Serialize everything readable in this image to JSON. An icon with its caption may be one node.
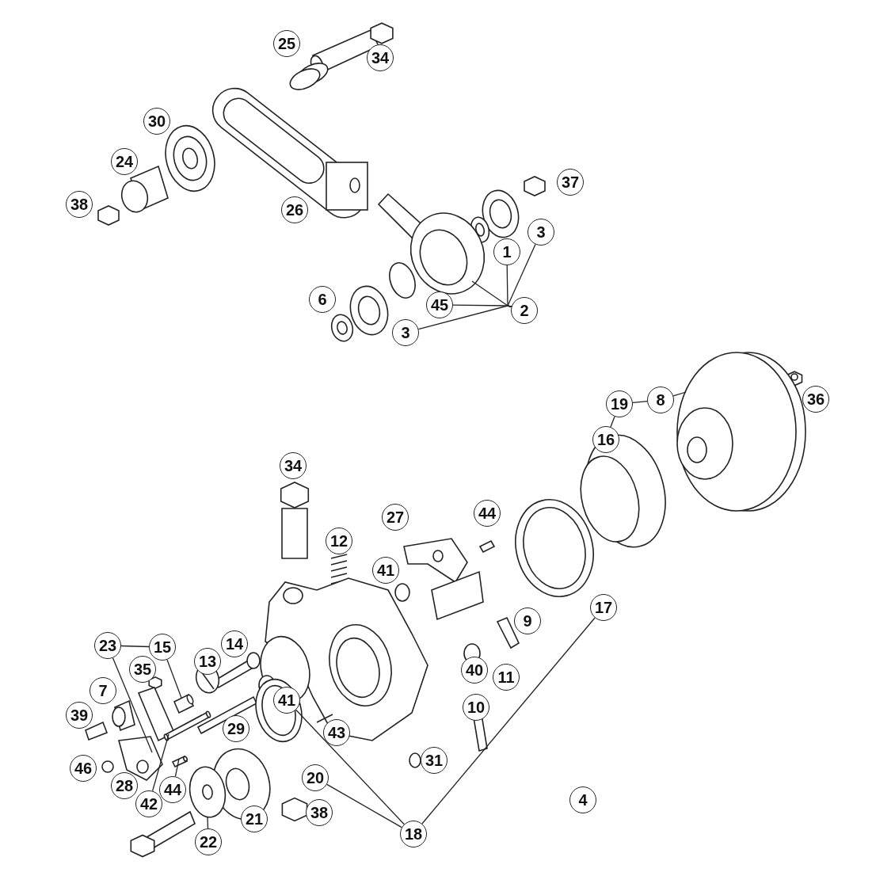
{
  "diagram": {
    "nodes": [
      {
        "text": [
          "3"
        ]
      },
      {
        "text": [
          "1"
        ]
      },
      {
        "text": [
          "45"
        ]
      },
      {
        "text": [
          "2"
        ]
      },
      {
        "text": [
          "3"
        ]
      },
      {
        "text": [],
        "shape": "picture"
      },
      {
        "text": [
          "19"
        ]
      },
      {
        "text": [
          "8"
        ]
      },
      {
        "text": [],
        "shape": "picture"
      },
      {
        "text": [
          "16"
        ]
      },
      {
        "text": [
          "17"
        ]
      },
      {
        "text": [
          "23"
        ]
      },
      {
        "text": [
          "15"
        ]
      },
      {
        "text": [
          "41"
        ]
      },
      {
        "text": [
          "20"
        ]
      },
      {
        "text": [
          "44"
        ]
      },
      {
        "text": [
          "42"
        ]
      },
      {
        "text": [
          "18"
        ]
      },
      {
        "text": [
          "22"
        ]
      },
      {
        "text": [],
        "shape": "picture"
      },
      {
        "text": [],
        "shape": "picture"
      },
      {
        "text": [],
        "shape": "picture"
      },
      {
        "text": [],
        "shape": "picture"
      },
      {
        "text": [],
        "shape": "picture"
      },
      {
        "text": [
          "25"
        ]
      },
      {
        "text": [
          "34"
        ]
      },
      {
        "text": [
          "30"
        ]
      },
      {
        "text": [
          "24"
        ]
      },
      {
        "text": [
          "37"
        ]
      },
      {
        "text": [
          "38"
        ]
      },
      {
        "text": [
          "26"
        ]
      },
      {
        "text": [
          "6"
        ]
      },
      {
        "text": [
          "36"
        ]
      },
      {
        "text": [
          "34"
        ]
      },
      {
        "text": [
          "27"
        ]
      },
      {
        "text": [
          "44"
        ]
      },
      {
        "text": [
          "12"
        ]
      },
      {
        "text": [
          "41"
        ]
      },
      {
        "text": [
          "9"
        ]
      },
      {
        "text": [
          "14"
        ]
      },
      {
        "text": [
          "13"
        ]
      },
      {
        "text": [
          "35"
        ]
      },
      {
        "text": [
          "40"
        ]
      },
      {
        "text": [
          "11"
        ]
      },
      {
        "text": [
          "7"
        ]
      },
      {
        "text": [
          "39"
        ]
      },
      {
        "text": [
          "10"
        ]
      },
      {
        "text": [
          "29"
        ]
      },
      {
        "text": [
          "43"
        ]
      },
      {
        "text": [
          "46"
        ]
      },
      {
        "text": [
          "31"
        ]
      },
      {
        "text": [
          "28"
        ]
      },
      {
        "text": [
          "4"
        ]
      },
      {
        "text": [
          "21"
        ]
      },
      {
        "text": [
          "38"
        ]
      }
    ],
    "edges": [
      {
        "from": 0,
        "to": 3,
        "arrow": "none"
      },
      {
        "from": 1,
        "to": 3,
        "arrow": "none"
      },
      {
        "from": 2,
        "to": 3,
        "arrow": "none"
      },
      {
        "from": 4,
        "to": 3,
        "arrow": "none"
      },
      {
        "from": 5,
        "to": 3,
        "arrow": "none"
      },
      {
        "from": 6,
        "to": 7,
        "arrow": "none"
      },
      {
        "from": 7,
        "to": 8,
        "arrow": "none"
      },
      {
        "from": 6,
        "to": 9,
        "arrow": "none"
      },
      {
        "from": 13,
        "to": 17,
        "arrow": "none"
      },
      {
        "from": 14,
        "to": 17,
        "arrow": "none"
      },
      {
        "from": 10,
        "to": 17,
        "arrow": "none"
      },
      {
        "from": 11,
        "to": 12,
        "arrow": "none"
      },
      {
        "from": 11,
        "to": 19,
        "arrow": "none"
      },
      {
        "from": 12,
        "to": 20,
        "arrow": "none"
      },
      {
        "from": 15,
        "to": 21,
        "arrow": "none"
      },
      {
        "from": 16,
        "to": 22,
        "arrow": "none"
      },
      {
        "from": 18,
        "to": 23,
        "arrow": "none"
      }
    ]
  }
}
